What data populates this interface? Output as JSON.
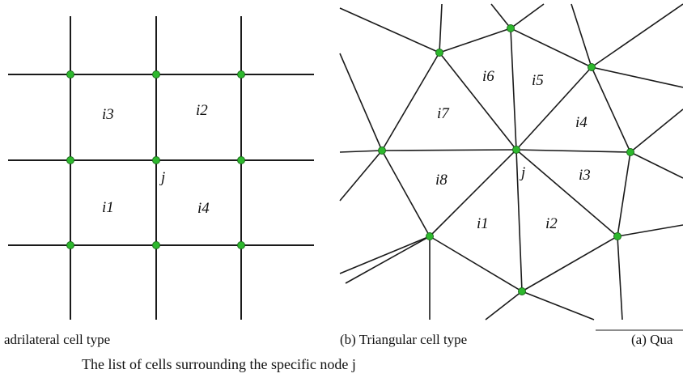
{
  "node_color": "#2db82d",
  "left_diagram": {
    "cells": [
      "i3",
      "i2",
      "i1",
      "i4"
    ],
    "node_label": "j"
  },
  "right_diagram": {
    "cells": [
      "i6",
      "i5",
      "i7",
      "i4",
      "i8",
      "i3",
      "i1",
      "i2"
    ],
    "node_label": "j"
  },
  "captions": {
    "left": "adrilateral cell type",
    "right": "(b) Triangular cell type",
    "far_right": "(a) Qua",
    "figure": "The list of cells surrounding the specific node j"
  }
}
